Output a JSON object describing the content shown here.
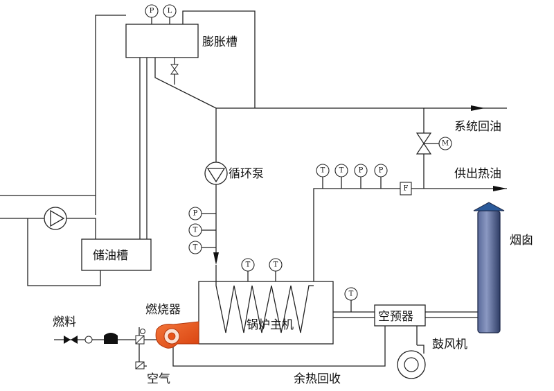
{
  "labels": {
    "expansion_tank": "膨胀槽",
    "return_oil": "系统回油",
    "circulation_pump": "循环泵",
    "supply_oil": "供出热油",
    "chimney": "烟囱",
    "storage_tank": "储油槽",
    "burner": "燃烧器",
    "fuel": "燃料",
    "boiler_main": "锅炉主机",
    "air_preheater": "空预器",
    "blower": "鼓风机",
    "air": "空气",
    "waste_heat_recovery": "余热回收"
  },
  "gauges": {
    "pressure": "P",
    "level": "L",
    "temperature": "T",
    "flow": "F",
    "motor": "M"
  },
  "colors": {
    "line": "#222222",
    "burner": "#e8541a",
    "chimney": "#3d4c7a",
    "chimney_arrow": "#2b5a9a"
  }
}
